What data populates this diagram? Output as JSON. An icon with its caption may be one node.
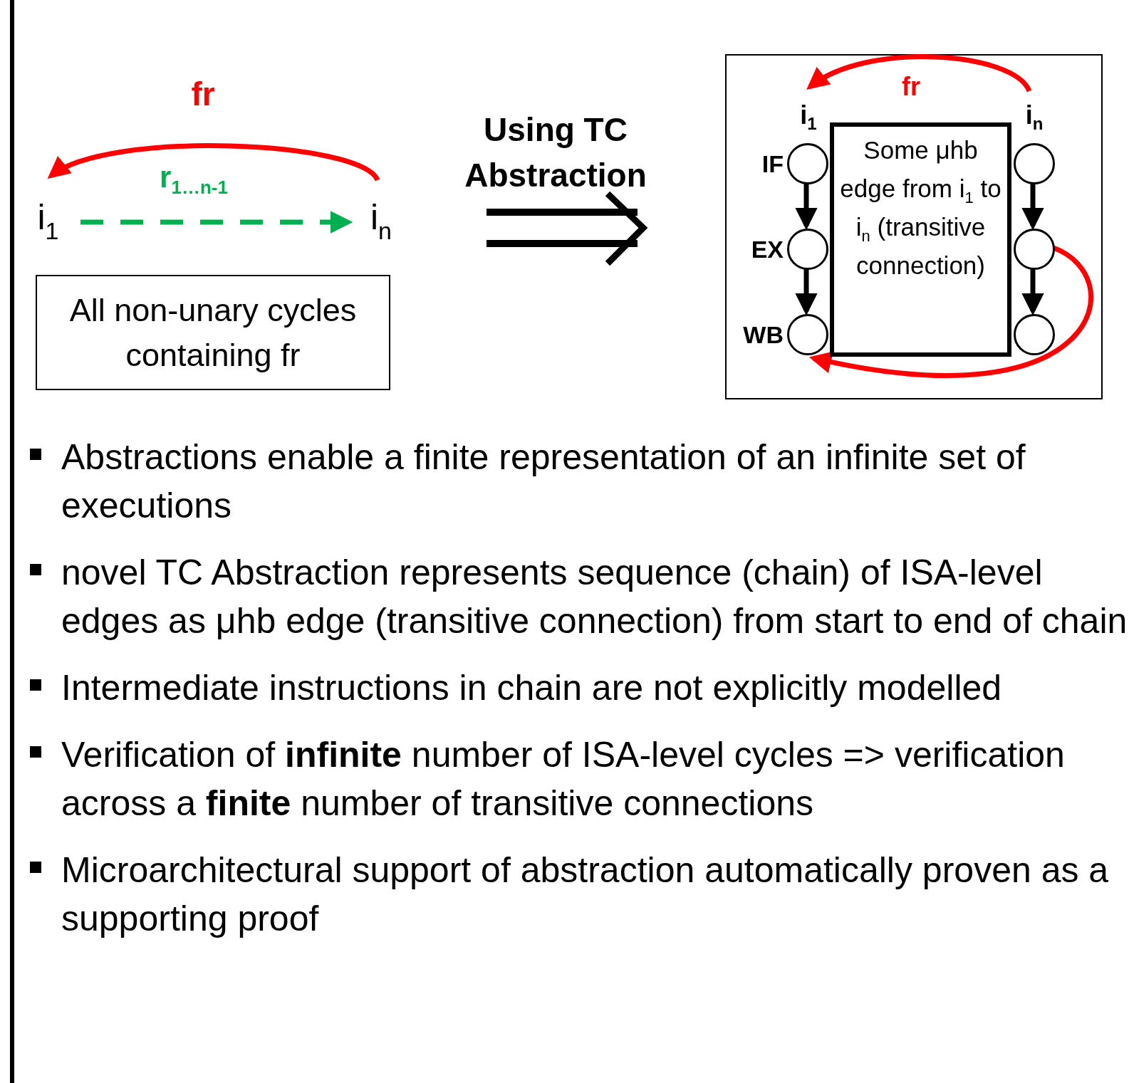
{
  "diagram": {
    "nodes": [
      {
        "text": [
          "i$_{1}$"
        ]
      },
      {
        "text": [
          "i$_{n}$"
        ]
      },
      {
        "text": [
          "All non-unary cycles containing fr"
        ]
      },
      {
        "text": [],
        "shape": "box"
      },
      {
        "text": [
          "i$_{1}$"
        ],
        "in": 3
      },
      {
        "text": [
          "i$_{n}$"
        ],
        "in": 3
      },
      {
        "text": [],
        "shape": "circle",
        "in": 3,
        "beside": [
          "IF"
        ]
      },
      {
        "text": [],
        "shape": "circle",
        "in": 3,
        "beside": [
          "EX"
        ]
      },
      {
        "text": [],
        "shape": "circle",
        "in": 3,
        "beside": [
          "WB"
        ]
      },
      {
        "text": [
          "Some μhb edge from i$_{1}$ to i$_{n}$ (transitive connection)"
        ],
        "in": 3
      },
      {
        "text": [],
        "shape": "circle",
        "in": 3
      },
      {
        "text": [],
        "shape": "circle",
        "in": 3
      },
      {
        "text": [],
        "shape": "circle",
        "in": 3
      }
    ],
    "edges": [
      {
        "from": 1,
        "to": 0,
        "arrow": "to",
        "label": "fr",
        "color": "#ff0000"
      },
      {
        "from": 0,
        "to": 1,
        "arrow": "to",
        "label": "r$_{1…n-1}$",
        "style": "dashed",
        "color": "#00b050"
      },
      {
        "from": 5,
        "to": 4,
        "arrow": "to",
        "label": "fr",
        "color": "#ff0000"
      },
      {
        "from": 6,
        "to": 7,
        "arrow": "to"
      },
      {
        "from": 7,
        "to": 8,
        "arrow": "to"
      },
      {
        "from": 10,
        "to": 11,
        "arrow": "to"
      },
      {
        "from": 11,
        "to": 12,
        "arrow": "to"
      },
      {
        "from": 11,
        "to": 8,
        "arrow": "to",
        "color": "#ff0000"
      }
    ],
    "labels": [
      "Using TC Abstraction",
      "Abstractions enable a finite representation of an infinite set of executions",
      "novel TC Abstraction represents sequence (chain) of ISA-level edges as μhb edge (transitive connection) from start to end of chain",
      "Intermediate instructions in chain are not explicitly modelled",
      "Verification of **infinite** number of ISA-level cycles => verification across a **finite** number of transitive connections",
      "Microarchitectural support of abstraction automatically proven as a supporting proof"
    ]
  }
}
